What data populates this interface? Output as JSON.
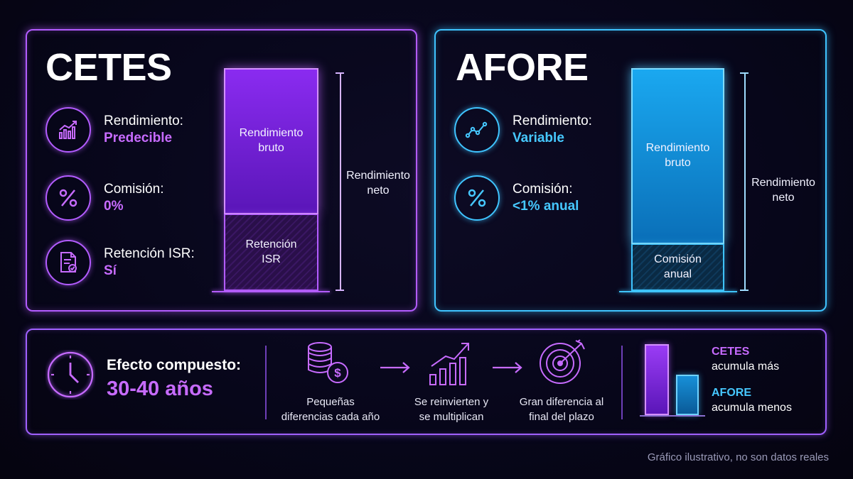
{
  "cetes": {
    "title": "CETES",
    "features": [
      {
        "icon": "trend-chart-icon",
        "label": "Rendimiento:",
        "value": "Predecible"
      },
      {
        "icon": "percent-icon",
        "label": "Comisión:",
        "value": "0%"
      },
      {
        "icon": "document-check-icon",
        "label": "Retención ISR:",
        "value": "Sí"
      }
    ],
    "bar_top_label": "Rendimiento bruto",
    "bar_bottom_label": "Retención ISR",
    "bracket_label": "Rendimiento neto"
  },
  "afore": {
    "title": "AFORE",
    "features": [
      {
        "icon": "line-chart-icon",
        "label": "Rendimiento:",
        "value": "Variable"
      },
      {
        "icon": "percent-icon",
        "label": "Comisión:",
        "value": "<1% anual"
      }
    ],
    "bar_top_label": "Rendimiento bruto",
    "bar_bottom_label": "Comisión anual",
    "bracket_label": "Rendimiento neto"
  },
  "compound": {
    "label": "Efecto compuesto:",
    "value": "30-40 años",
    "steps": [
      {
        "icon": "coins-icon",
        "text": "Pequeñas diferencias cada año"
      },
      {
        "icon": "growth-bars-icon",
        "text": "Se reinvierten y se multiplican"
      },
      {
        "icon": "target-icon",
        "text": "Gran diferencia al final del plazo"
      }
    ],
    "legend": [
      {
        "name": "CETES",
        "text": "acumula más"
      },
      {
        "name": "AFORE",
        "text": "acumula menos"
      }
    ]
  },
  "footnote": "Gráfico ilustrativo, no son datos reales",
  "colors": {
    "cetes": "#b35cff",
    "afore": "#3fc4ff",
    "background": "#07061a"
  }
}
